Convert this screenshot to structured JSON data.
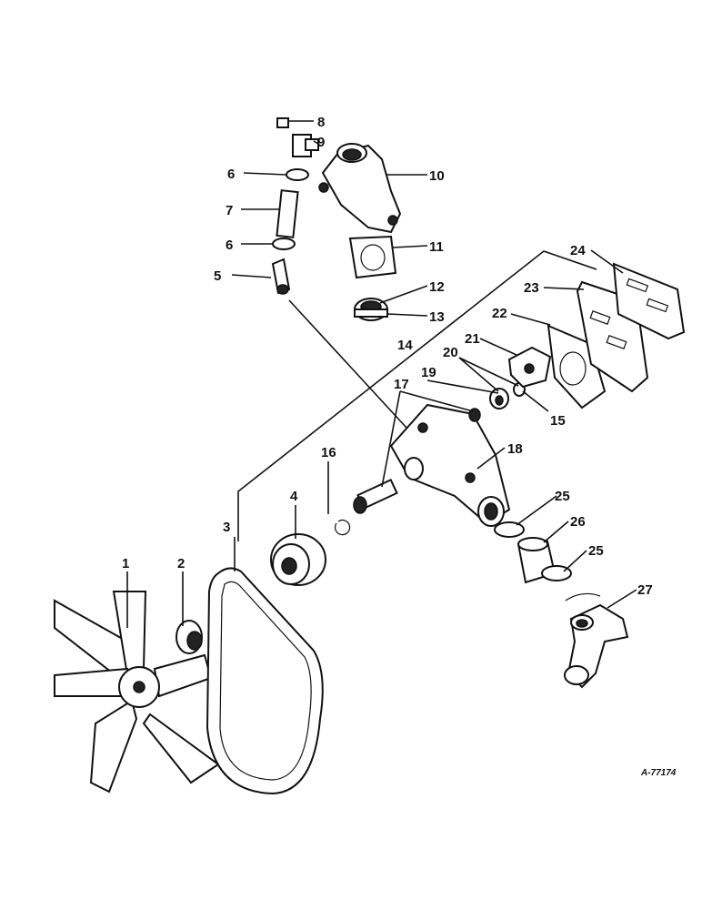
{
  "reference_number": "A-77174",
  "callouts": [
    {
      "id": "1",
      "text": "1"
    },
    {
      "id": "2",
      "text": "2"
    },
    {
      "id": "3",
      "text": "3"
    },
    {
      "id": "4",
      "text": "4"
    },
    {
      "id": "5",
      "text": "5"
    },
    {
      "id": "6a",
      "text": "6"
    },
    {
      "id": "6b",
      "text": "6"
    },
    {
      "id": "7",
      "text": "7"
    },
    {
      "id": "8",
      "text": "8"
    },
    {
      "id": "9",
      "text": "9"
    },
    {
      "id": "10",
      "text": "10"
    },
    {
      "id": "11",
      "text": "11"
    },
    {
      "id": "12",
      "text": "12"
    },
    {
      "id": "13",
      "text": "13"
    },
    {
      "id": "14",
      "text": "14"
    },
    {
      "id": "15",
      "text": "15"
    },
    {
      "id": "16",
      "text": "16"
    },
    {
      "id": "17",
      "text": "17"
    },
    {
      "id": "18",
      "text": "18"
    },
    {
      "id": "19",
      "text": "19"
    },
    {
      "id": "20",
      "text": "20"
    },
    {
      "id": "21",
      "text": "21"
    },
    {
      "id": "22",
      "text": "22"
    },
    {
      "id": "23",
      "text": "23"
    },
    {
      "id": "24",
      "text": "24"
    },
    {
      "id": "25a",
      "text": "25"
    },
    {
      "id": "25b",
      "text": "25"
    },
    {
      "id": "26",
      "text": "26"
    },
    {
      "id": "27",
      "text": "27"
    }
  ]
}
